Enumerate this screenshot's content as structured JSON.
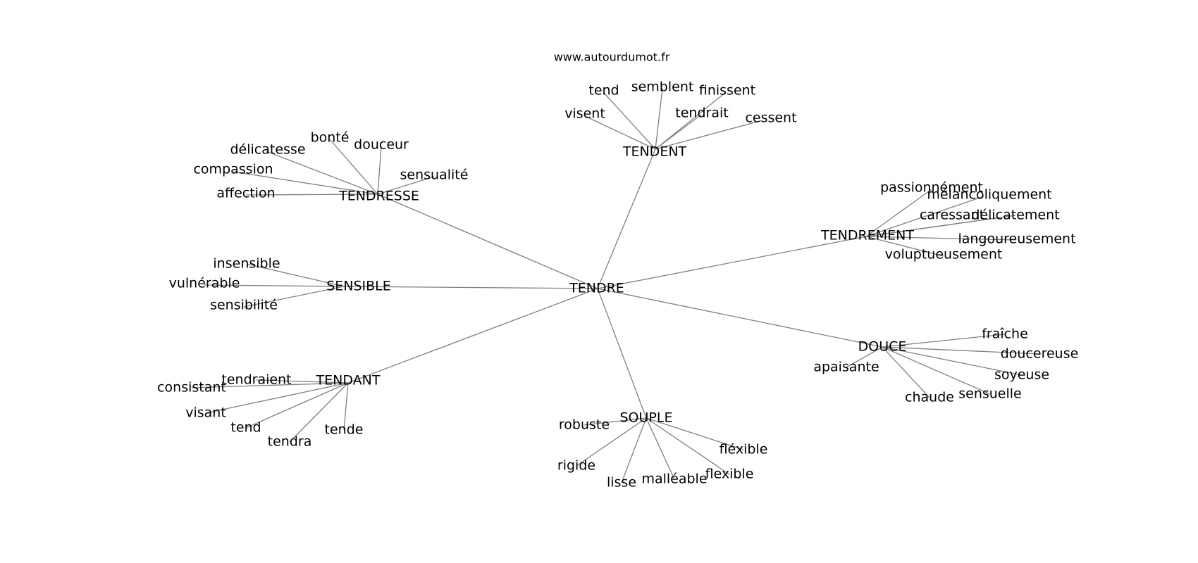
{
  "site": "www.autourdumot.fr",
  "center": "TENDRE",
  "groups": [
    {
      "hub": "TENDENT",
      "words": [
        "tend",
        "semblent",
        "finissent",
        "visent",
        "tendrait",
        "cessent"
      ]
    },
    {
      "hub": "TENDRESSE",
      "words": [
        "délicatesse",
        "bonté",
        "douceur",
        "compassion",
        "sensualité",
        "affection"
      ]
    },
    {
      "hub": "TENDREMENT",
      "words": [
        "passionnément",
        "mélancoliquement",
        "caressant",
        "délicatement",
        "langoureusement",
        "voluptueusement"
      ]
    },
    {
      "hub": "SENSIBLE",
      "words": [
        "insensible",
        "vulnérable",
        "sensibilité"
      ]
    },
    {
      "hub": "DOUCE",
      "words": [
        "fraîche",
        "doucereuse",
        "apaisante",
        "soyeuse",
        "sensuelle",
        "chaude"
      ]
    },
    {
      "hub": "TENDANT",
      "words": [
        "tendraient",
        "consistant",
        "visant",
        "tend",
        "tendra",
        "tende"
      ]
    },
    {
      "hub": "SOUPLE",
      "words": [
        "robuste",
        "rigide",
        "lisse",
        "malléable",
        "flexible",
        "fléxible"
      ]
    }
  ]
}
